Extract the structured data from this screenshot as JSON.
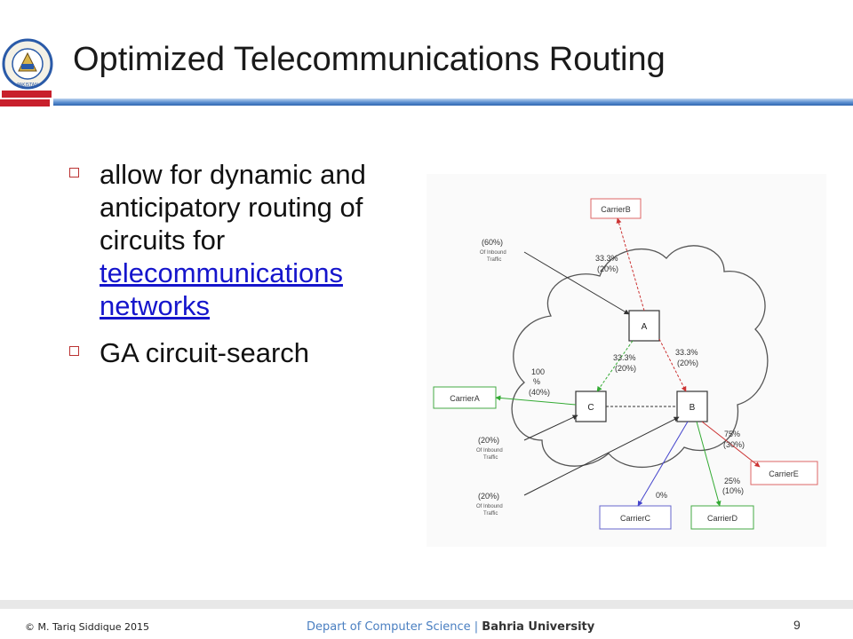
{
  "title": "Optimized Telecommunications Routing",
  "logo": {
    "ring_text": "BAHRIA UNIVERSITY",
    "bottom_text": "PAKISTAN"
  },
  "bullets": [
    {
      "text_before": "allow for dynamic and anticipatory routing of circuits for  ",
      "link_text": "telecommunications networks"
    },
    {
      "text_before": "GA circuit-search",
      "link_text": ""
    }
  ],
  "diagram": {
    "nodes": {
      "a": "A",
      "b": "B",
      "c": "C"
    },
    "carriers": {
      "b": "CarrierB",
      "a": "CarrierA",
      "e": "CarrierE",
      "c": "CarrierC",
      "d": "CarrierD"
    },
    "labels": {
      "a_b_pct": "33.3%",
      "a_b_sub": "(20%)",
      "a_c_pct": "33.3%",
      "a_c_sub": "(20%)",
      "top_pct": "33.3%",
      "top_sub": "(20%)",
      "c_a_pct": "100",
      "c_a_mid": "%",
      "c_a_sub": "(40%)",
      "b_e_pct": "75%",
      "b_e_sub": "(30%)",
      "b_d_pct": "25%",
      "b_d_sub": "(10%)",
      "b_c_pct": "0%",
      "in1_pct": "(60%)",
      "in1_l1": "Of Inbound",
      "in1_l2": "Traffic",
      "in2_pct": "(20%)",
      "in2_l1": "Of Inbound",
      "in2_l2": "Traffic",
      "in3_pct": "(20%)",
      "in3_l1": "Of Inbound",
      "in3_l2": "Traffic"
    }
  },
  "footer": {
    "copyright": "© M. Tariq Siddique 2015",
    "department": "Depart of Computer Science",
    "separator": " | ",
    "university": "Bahria University",
    "page": "9"
  }
}
